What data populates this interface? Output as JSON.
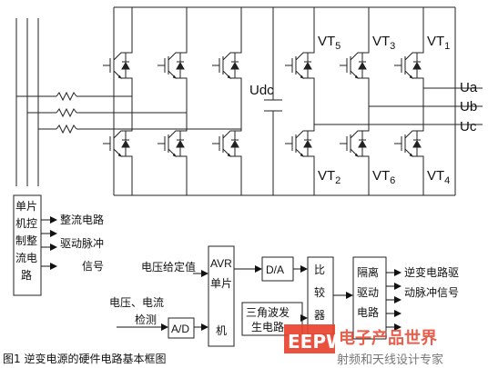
{
  "circuit": {
    "dc_voltage_label": "Udc",
    "transistors": {
      "vt5": {
        "base": "VT",
        "sub": "5"
      },
      "vt3": {
        "base": "VT",
        "sub": "3"
      },
      "vt1": {
        "base": "VT",
        "sub": "1"
      },
      "vt2": {
        "base": "VT",
        "sub": "2"
      },
      "vt6": {
        "base": "VT",
        "sub": "6"
      },
      "vt4": {
        "base": "VT",
        "sub": "4"
      }
    },
    "outputs": [
      "Ua",
      "Ub",
      "Uc"
    ]
  },
  "block_diagram": {
    "mcu_block_lines": [
      "单片",
      "机控",
      "制整",
      "流电",
      "路"
    ],
    "mcu_outputs": [
      "整流电路",
      "驱动脉冲",
      "信号"
    ],
    "voltage_setpoint": "电压给定值",
    "feedback_lines": [
      "电压、电流",
      "检测"
    ],
    "ad_converter": "A/D",
    "avr_lines": [
      "AVR",
      "单片",
      "机"
    ],
    "da_converter": "D/A",
    "triangle_gen_lines": [
      "三角波发",
      "生电路"
    ],
    "comparator_lines": [
      "比",
      "较",
      "器"
    ],
    "isolation_lines": [
      "隔离",
      "驱动",
      "电路"
    ],
    "inverter_outputs": [
      "逆变电路驱",
      "动脉冲信号"
    ]
  },
  "caption": "图1 逆变电源的硬件电路基本框图",
  "watermark": {
    "logo": "EEPW",
    "text_top": "电子产品世界",
    "text_bottom": "射频和天线设计专家"
  }
}
